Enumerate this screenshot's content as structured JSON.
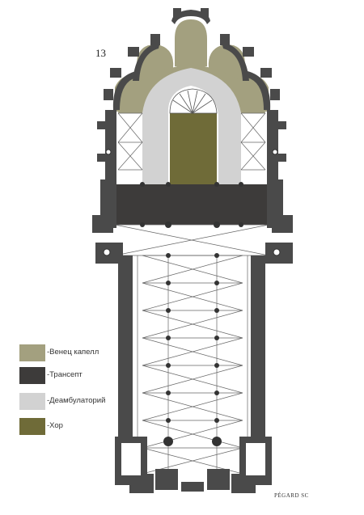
{
  "plate_number": "13",
  "engraver_signature": "PÉGARD SC",
  "legend": [
    {
      "key": "chevet_chapels",
      "label": "-Венец капелл",
      "color": "#a3a07f"
    },
    {
      "key": "transept",
      "label": "-Трансепт",
      "color": "#3d3b3a"
    },
    {
      "key": "ambulatory",
      "label": "-Деамбулаторий",
      "color": "#d2d2d2"
    },
    {
      "key": "choir",
      "label": "-Хор",
      "color": "#6f6b38"
    }
  ],
  "colors": {
    "masonry": "#4a4a4a",
    "vault_lines": "#555555",
    "paper": "#ffffff"
  }
}
